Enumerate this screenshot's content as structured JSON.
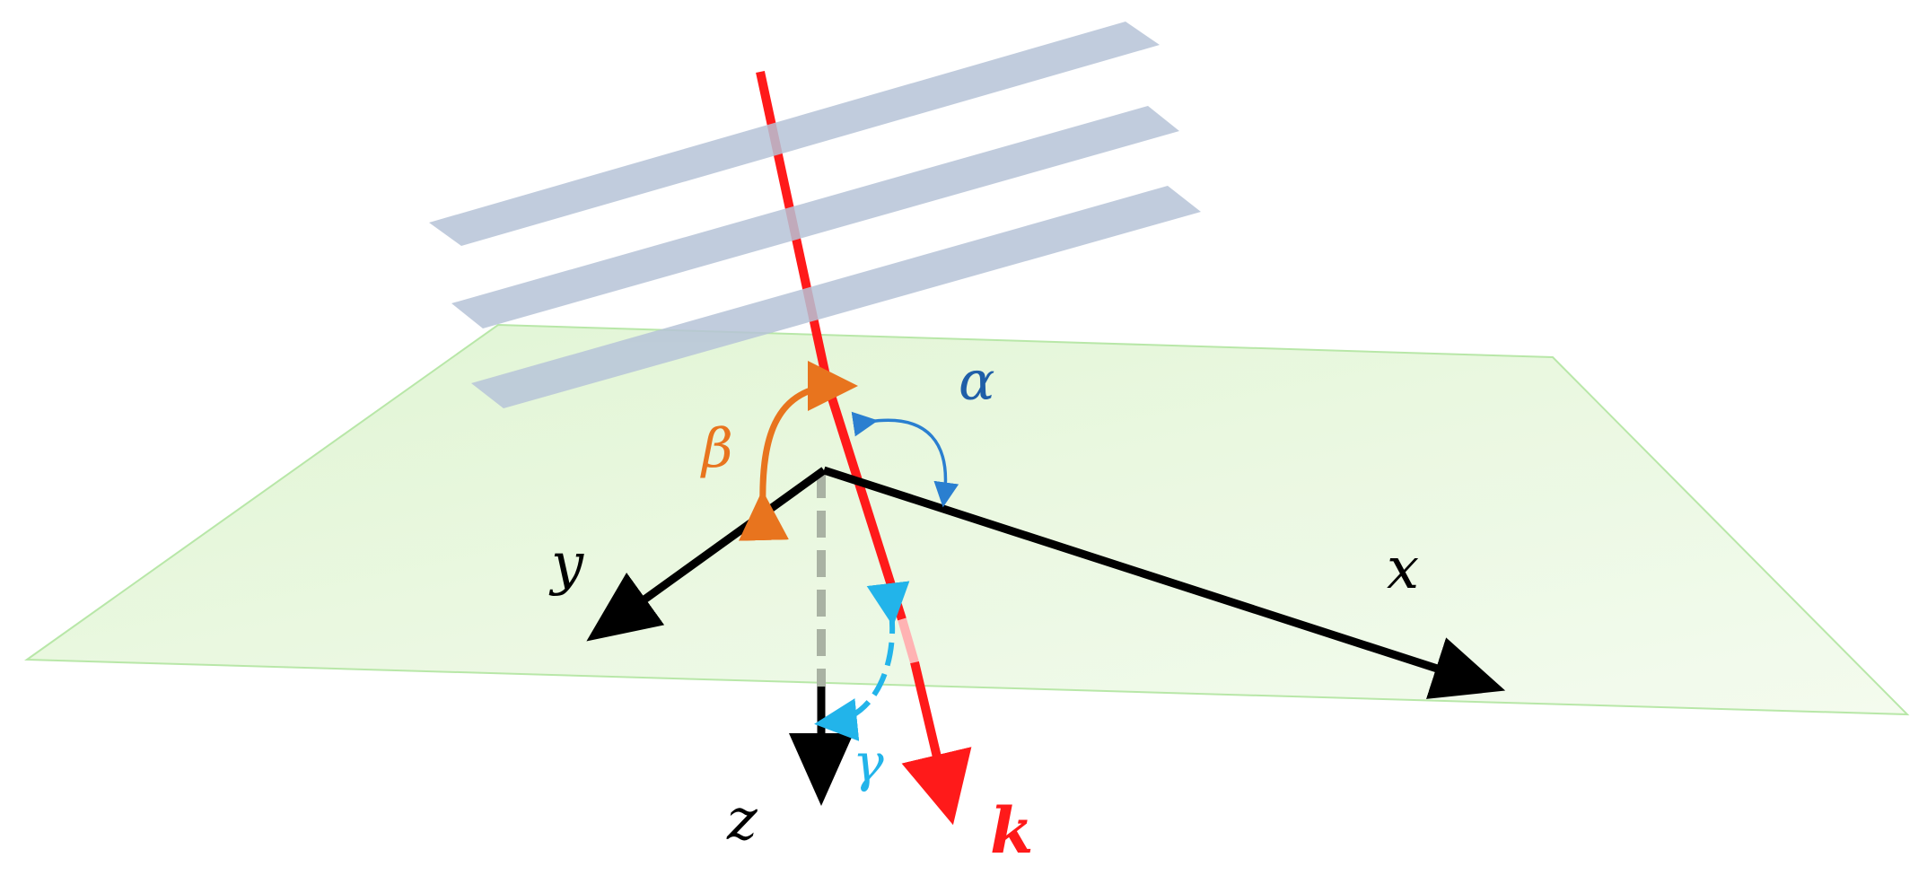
{
  "diagram": {
    "labels": {
      "alpha": "α",
      "beta": "β",
      "gamma": "γ",
      "x": "x",
      "y": "y",
      "z": "z",
      "k": "k"
    },
    "colors": {
      "plane_fill": "#e6f7d9",
      "plane_edge": "#b5e6a4",
      "strip": "#b7c4d8",
      "beam": "#ff1a1a",
      "axis": "#000000",
      "alpha": "#1f5fa8",
      "alpha_arrow": "#2a7fd0",
      "beta": "#e8741e",
      "gamma": "#22b4ea",
      "z_dash": "#a9b2a3"
    }
  }
}
